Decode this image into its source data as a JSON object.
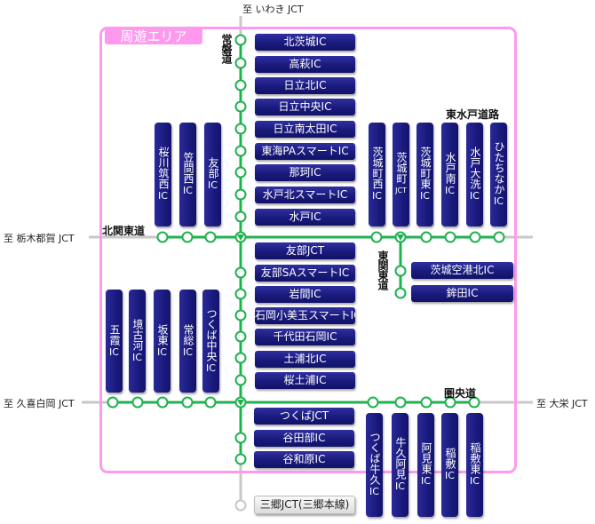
{
  "area_label": "周遊エリア",
  "destinations": {
    "north": "至 いわき JCT",
    "west_kitakanto": "至 栃木都賀 JCT",
    "west_kenodo": "至 久喜白岡 JCT",
    "east_kenodo": "至 大栄 JCT"
  },
  "roads": {
    "joban": "常磐道",
    "kitakanto": "北関東道",
    "higashimito": "東水戸道路",
    "higashikanto": "東関東道",
    "kenodo": "圏央道"
  },
  "joban_north": [
    "北茨城IC",
    "高萩IC",
    "日立北IC",
    "日立中央IC",
    "日立南太田IC",
    "東海PAスマートIC",
    "那珂IC",
    "水戸北スマートIC",
    "水戸IC"
  ],
  "joban_middle": [
    "友部JCT",
    "友部SAスマートIC",
    "岩間IC",
    "石岡小美玉スマートIC",
    "千代田石岡IC",
    "土浦北IC",
    "桜土浦IC"
  ],
  "joban_south": [
    "つくばJCT",
    "谷田部IC",
    "谷和原IC"
  ],
  "misato": "三郷JCT(三郷本線)",
  "kitakanto_west": [
    {
      "name": "桜川筑西",
      "suffix": "IC"
    },
    {
      "name": "笠間西",
      "suffix": "IC"
    },
    {
      "name": "友部",
      "suffix": "IC"
    }
  ],
  "kitakanto_east": [
    {
      "name": "茨城町西",
      "suffix": "IC"
    },
    {
      "name": "茨城町",
      "suffix": "JCT"
    },
    {
      "name": "茨城町東",
      "suffix": "IC"
    },
    {
      "name": "水戸南",
      "suffix": "IC"
    },
    {
      "name": "水戸大洗",
      "suffix": "IC"
    },
    {
      "name": "ひたちなか",
      "suffix": "IC"
    }
  ],
  "higashikanto_ics": [
    "茨城空港北IC",
    "鉾田IC"
  ],
  "kenodo_west": [
    {
      "name": "五霞",
      "suffix": "IC"
    },
    {
      "name": "境古河",
      "suffix": "IC"
    },
    {
      "name": "坂東",
      "suffix": "IC"
    },
    {
      "name": "常総",
      "suffix": "IC"
    },
    {
      "name": "つくば中央",
      "suffix": "IC"
    }
  ],
  "kenodo_east": [
    {
      "name": "つくば牛久",
      "suffix": "IC"
    },
    {
      "name": "牛久阿見",
      "suffix": "IC"
    },
    {
      "name": "阿見東",
      "suffix": "IC"
    },
    {
      "name": "稲敷",
      "suffix": "IC"
    },
    {
      "name": "稲敷東",
      "suffix": "IC"
    }
  ],
  "colors": {
    "route": "#1fb24f",
    "inactive": "#c8c8c8",
    "area": "#ff99ee",
    "box": "#1a1a7c"
  }
}
